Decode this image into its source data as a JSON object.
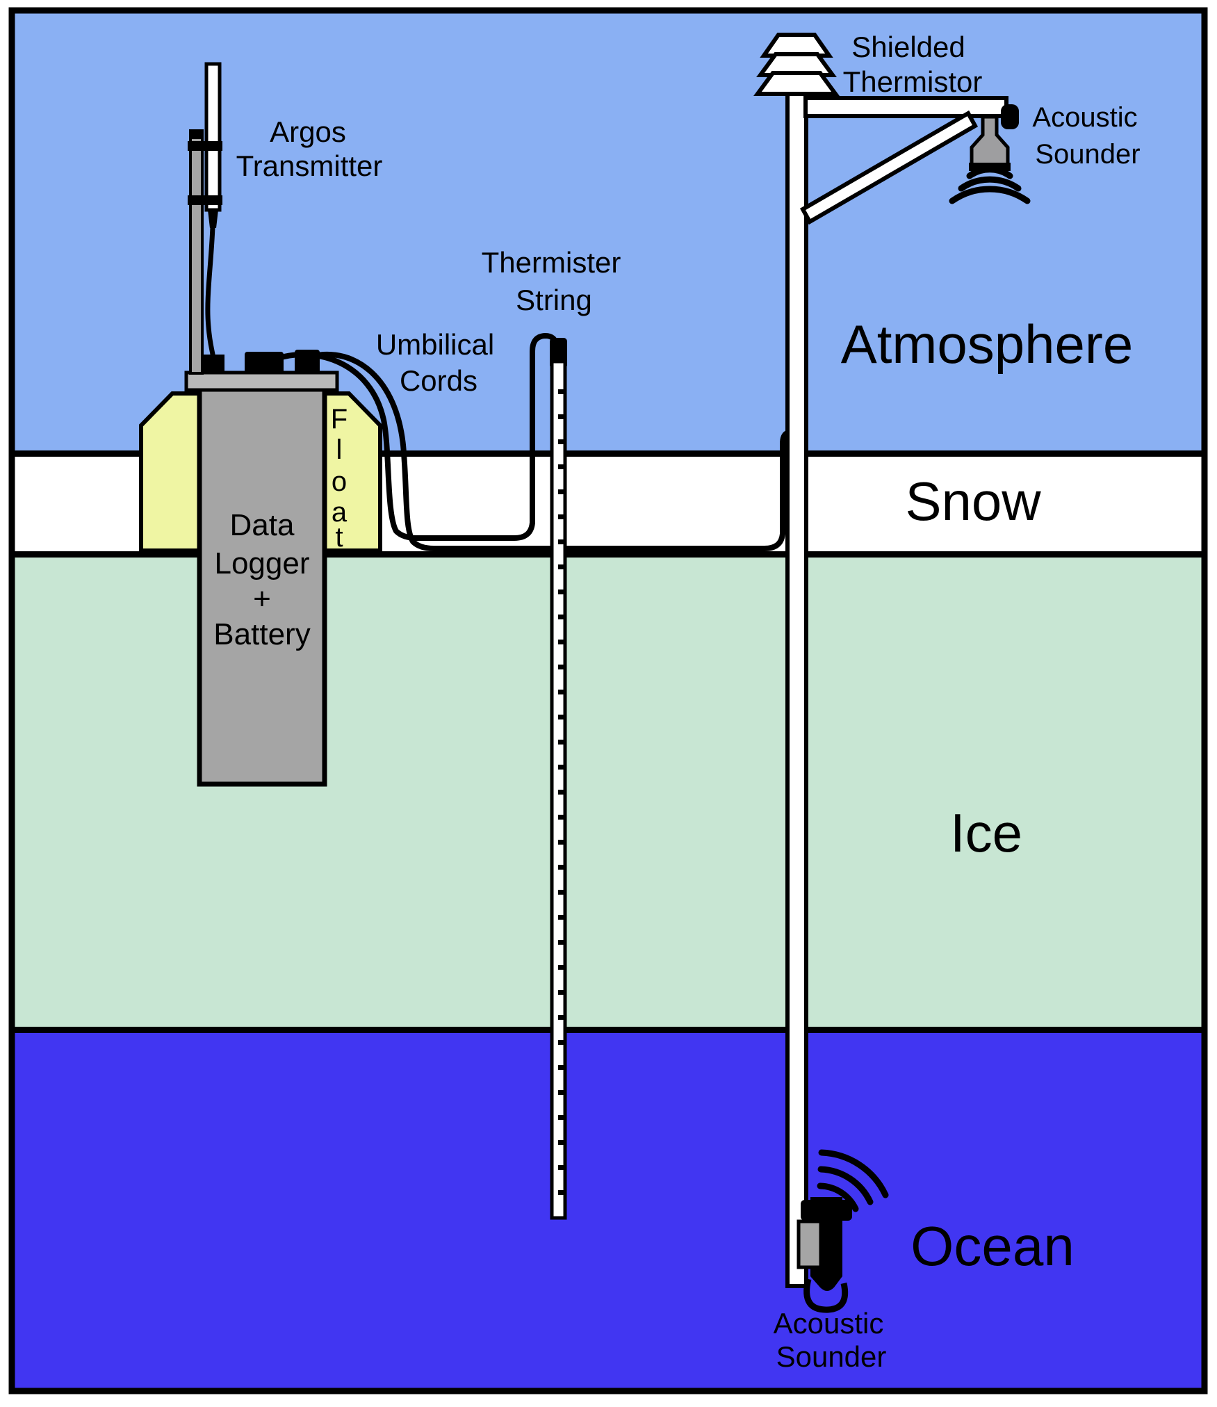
{
  "colors": {
    "atmosphere": "#8AB0F3",
    "snow": "#FFFFFF",
    "ice": "#C8E6D3",
    "ocean": "#4136F2",
    "float": "#EFF5A3",
    "instrument_gray": "#A5A5A5",
    "logger_cap_gray": "#B9B9B9",
    "funnel_gray": "#9E9EA0",
    "outline": "#000000",
    "structure_white": "#FFFFFF"
  },
  "layers": {
    "atmosphere": "Atmosphere",
    "snow": "Snow",
    "ice": "Ice",
    "ocean": "Ocean"
  },
  "labels": {
    "argos_transmitter": [
      "Argos",
      "Transmitter"
    ],
    "umbilical_cords": [
      "Umbilical",
      "Cords"
    ],
    "thermistor_string": [
      "Thermister",
      "String"
    ],
    "shielded_thermistor": [
      "Shielded",
      "Thermistor"
    ],
    "acoustic_sounder_top": [
      "Acoustic",
      "Sounder"
    ],
    "acoustic_sounder_bottom": [
      "Acoustic",
      "Sounder"
    ],
    "data_logger": [
      "Data",
      "Logger",
      "+",
      "Battery"
    ],
    "float_letters": [
      "F",
      "l",
      "o",
      "a",
      "t"
    ]
  }
}
